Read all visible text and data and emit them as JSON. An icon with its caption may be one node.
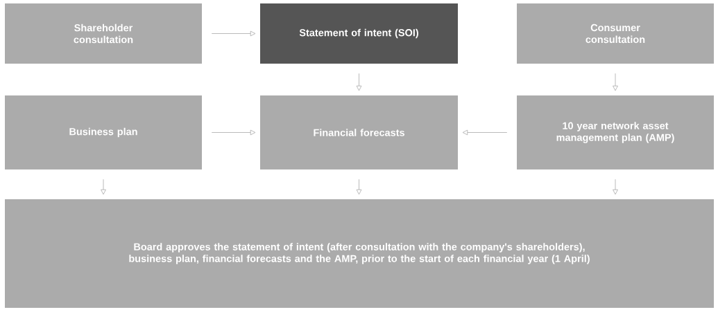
{
  "diagram": {
    "nodes": [
      {
        "text": [
          "Shareholder consultation"
        ]
      },
      {
        "text": [
          "Statement of intent (SOI)"
        ]
      },
      {
        "text": [
          "Consumer consultation"
        ]
      },
      {
        "text": [
          "Business plan"
        ]
      },
      {
        "text": [
          "Financial forecasts"
        ]
      },
      {
        "text": [
          "10 year network asset management plan (AMP)"
        ]
      },
      {
        "text": [
          "Board approves the statement of intent (after consultation with the company's shareholders), business plan, financial forecasts and the AMP, prior to the start of each financial year (1 April)"
        ]
      }
    ],
    "edges": [
      {
        "from": 0,
        "to": 1,
        "arrow": "to"
      },
      {
        "from": 1,
        "to": 4,
        "arrow": "to"
      },
      {
        "from": 2,
        "to": 5,
        "arrow": "to"
      },
      {
        "from": 3,
        "to": 4,
        "arrow": "to"
      },
      {
        "from": 5,
        "to": 4,
        "arrow": "to"
      },
      {
        "from": 3,
        "to": 6,
        "arrow": "to"
      },
      {
        "from": 4,
        "to": 6,
        "arrow": "to"
      },
      {
        "from": 5,
        "to": 6,
        "arrow": "to"
      }
    ]
  }
}
